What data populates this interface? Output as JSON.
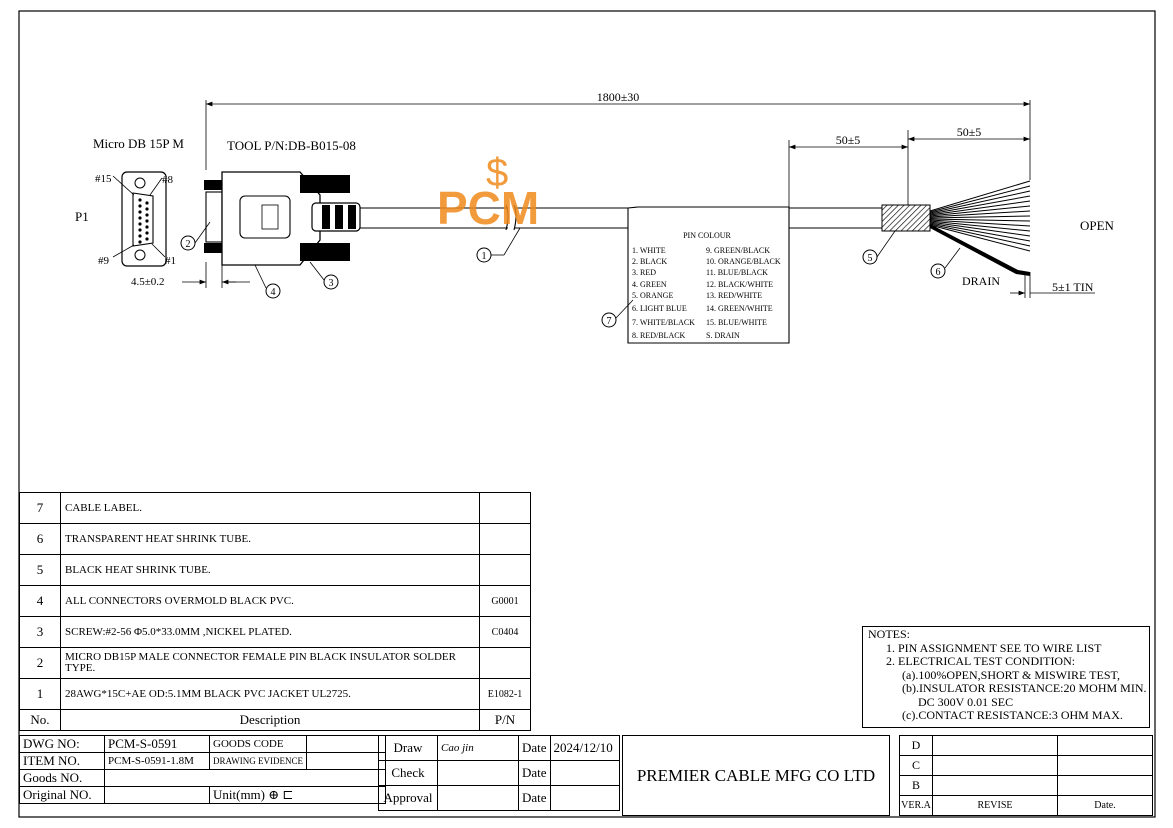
{
  "drawing": {
    "length_dim": "1800±30",
    "connector_label": "Micro DB 15P M",
    "tool_pn": "TOOL P/N:DB-B015-08",
    "p1_label": "P1",
    "pin15": "#15",
    "pin8": "#8",
    "pin9": "#9",
    "pin1": "#1",
    "dim_45": "4.5±0.2",
    "dim_50a": "50±5",
    "dim_50b": "50±5",
    "open_label": "OPEN",
    "drain_label": "DRAIN",
    "tin_label": "5±1 TIN",
    "balloons": [
      "1",
      "2",
      "3",
      "4",
      "5",
      "6",
      "7"
    ],
    "watermark": "PCM",
    "label_box": {
      "header": "PIN  COLOUR",
      "left": [
        "1. WHITE",
        "2. BLACK",
        "3. RED",
        "4. GREEN",
        "5. ORANGE",
        "6. LIGHT BLUE",
        "7. WHITE/BLACK",
        "8. RED/BLACK"
      ],
      "right": [
        "9. GREEN/BLACK",
        "10. ORANGE/BLACK",
        "11. BLUE/BLACK",
        "12. BLACK/WHITE",
        "13. RED/WHITE",
        "14. GREEN/WHITE",
        "15. BLUE/WHITE",
        "S. DRAIN"
      ]
    }
  },
  "bom": {
    "rows": [
      {
        "no": "7",
        "desc": "CABLE LABEL.",
        "pn": ""
      },
      {
        "no": "6",
        "desc": "TRANSPARENT HEAT SHRINK TUBE.",
        "pn": ""
      },
      {
        "no": "5",
        "desc": "BLACK HEAT SHRINK TUBE.",
        "pn": ""
      },
      {
        "no": "4",
        "desc": "ALL CONNECTORS OVERMOLD BLACK PVC.",
        "pn": "G0001"
      },
      {
        "no": "3",
        "desc": "SCREW:#2-56 Φ5.0*33.0MM ,NICKEL PLATED.",
        "pn": "C0404"
      },
      {
        "no": "2",
        "desc": "MICRO DB15P MALE CONNECTOR FEMALE PIN BLACK INSULATOR SOLDER TYPE.",
        "pn": ""
      },
      {
        "no": "1",
        "desc": "28AWG*15C+AE OD:5.1MM BLACK PVC JACKET UL2725.",
        "pn": "E1082-1"
      }
    ],
    "header": {
      "no": "No.",
      "desc": "Description",
      "pn": "P/N"
    }
  },
  "notes": {
    "title": "NOTES:",
    "lines": [
      "1.  PIN ASSIGNMENT SEE TO WIRE LIST",
      "2.  ELECTRICAL TEST CONDITION:",
      "(a).100%OPEN,SHORT & MISWIRE TEST,",
      "(b).INSULATOR RESISTANCE:20 MOHM MIN.",
      "DC 300V 0.01 SEC",
      "(c).CONTACT RESISTANCE:3 OHM MAX."
    ]
  },
  "title_block": {
    "dwg_no_label": "DWG NO:",
    "dwg_no": "PCM-S-0591",
    "goods_code_label": "GOODS CODE",
    "item_no_label": "ITEM NO.",
    "item_no": "PCM-S-0591-1.8M",
    "drawing_evidence": "DRAWING EVIDENCE",
    "goods_no_label": "Goods NO.",
    "original_no_label": "Original NO.",
    "unit_label": "Unit(mm)",
    "draw_label": "Draw",
    "draw_sign": "Cao jin",
    "date_label": "Date",
    "date_value": "2024/12/10",
    "check_label": "Check",
    "approval_label": "Approval",
    "company": "PREMIER CABLE MFG CO LTD",
    "rev_d": "D",
    "rev_c": "C",
    "rev_b": "B",
    "ver_label": "VER.A",
    "revise_label": "REVISE",
    "date2_label": "Date."
  }
}
